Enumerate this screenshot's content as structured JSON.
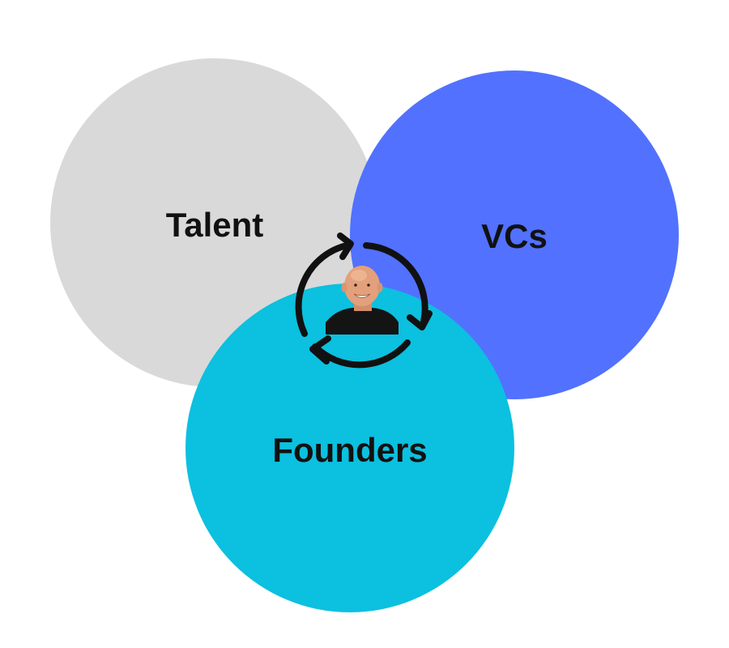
{
  "circles": {
    "talent": {
      "label": "Talent",
      "color": "#d9d9d9"
    },
    "vcs": {
      "label": "VCs",
      "color": "#5271ff"
    },
    "founders": {
      "label": "Founders",
      "color": "#0cc0df"
    }
  },
  "cycle": {
    "icon": "cycle-arrows-icon",
    "stroke_color": "#111111"
  },
  "avatar": {
    "icon": "person-photo",
    "skin_color": "#e3a07c",
    "shirt_color": "#141414"
  }
}
